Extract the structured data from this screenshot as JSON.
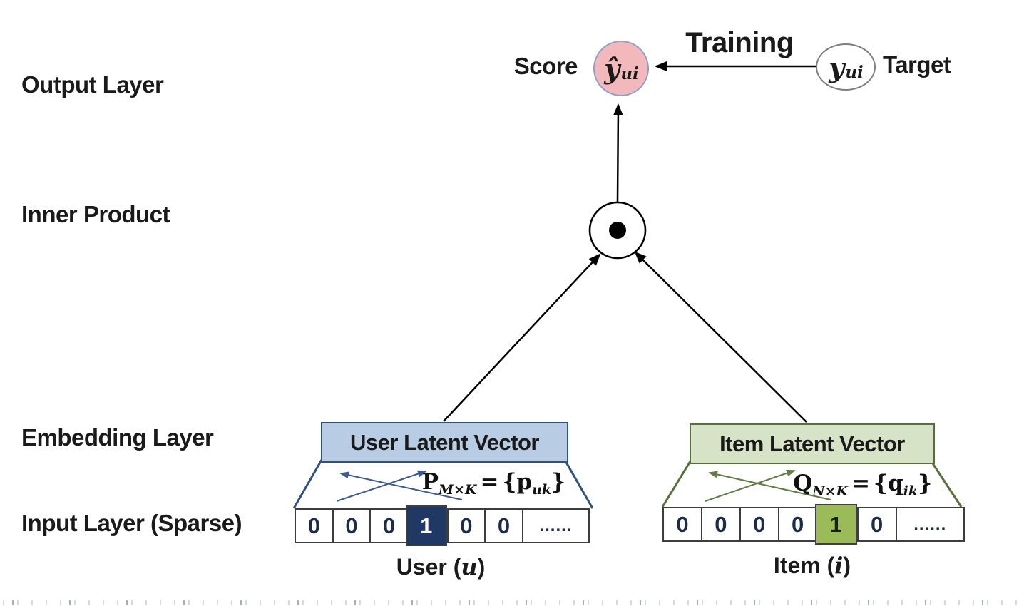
{
  "layer_labels": {
    "output": "Output Layer",
    "inner_product": "Inner Product",
    "embedding": "Embedding Layer",
    "input": "Input Layer (Sparse)"
  },
  "output_section": {
    "score_label": "Score",
    "score_var": "ŷ",
    "score_sub": "ui",
    "training_label": "Training",
    "target_var": "y",
    "target_sub": "ui",
    "target_label": "Target"
  },
  "icons": {
    "inner_product": "circle-dot"
  },
  "user_embedding": {
    "title": "User Latent Vector",
    "formula": {
      "matrix": "P",
      "matrix_sub": "M×K",
      "eq": "=",
      "open": "{",
      "vec": "p",
      "vec_sub": "uk",
      "close": "}"
    }
  },
  "item_embedding": {
    "title": "Item Latent Vector",
    "formula": {
      "matrix": "Q",
      "matrix_sub": "N×K",
      "eq": "=",
      "open": "{",
      "vec": "q",
      "vec_sub": "ik",
      "close": "}"
    }
  },
  "user_input": {
    "cells": [
      "0",
      "0",
      "0",
      "1",
      "0",
      "0",
      "......"
    ],
    "hot_index": 3,
    "label_prefix": "User (",
    "label_var": "u",
    "label_suffix": ")"
  },
  "item_input": {
    "cells": [
      "0",
      "0",
      "0",
      "0",
      "1",
      "0",
      "......"
    ],
    "hot_index": 4,
    "label_prefix": "Item (",
    "label_var": "i",
    "label_suffix": ")"
  },
  "colors": {
    "score_fill": "#f2b8bc",
    "score_border": "#8fa0cb",
    "target_border": "#7f7f7f",
    "user_box_fill": "#b8cce4",
    "user_accent": "#31507e",
    "user_hot_fill": "#1f3864",
    "item_box_fill": "#d6e3c6",
    "item_accent": "#57713c",
    "item_hot_fill": "#9bbb59",
    "arrow": "#000000"
  }
}
